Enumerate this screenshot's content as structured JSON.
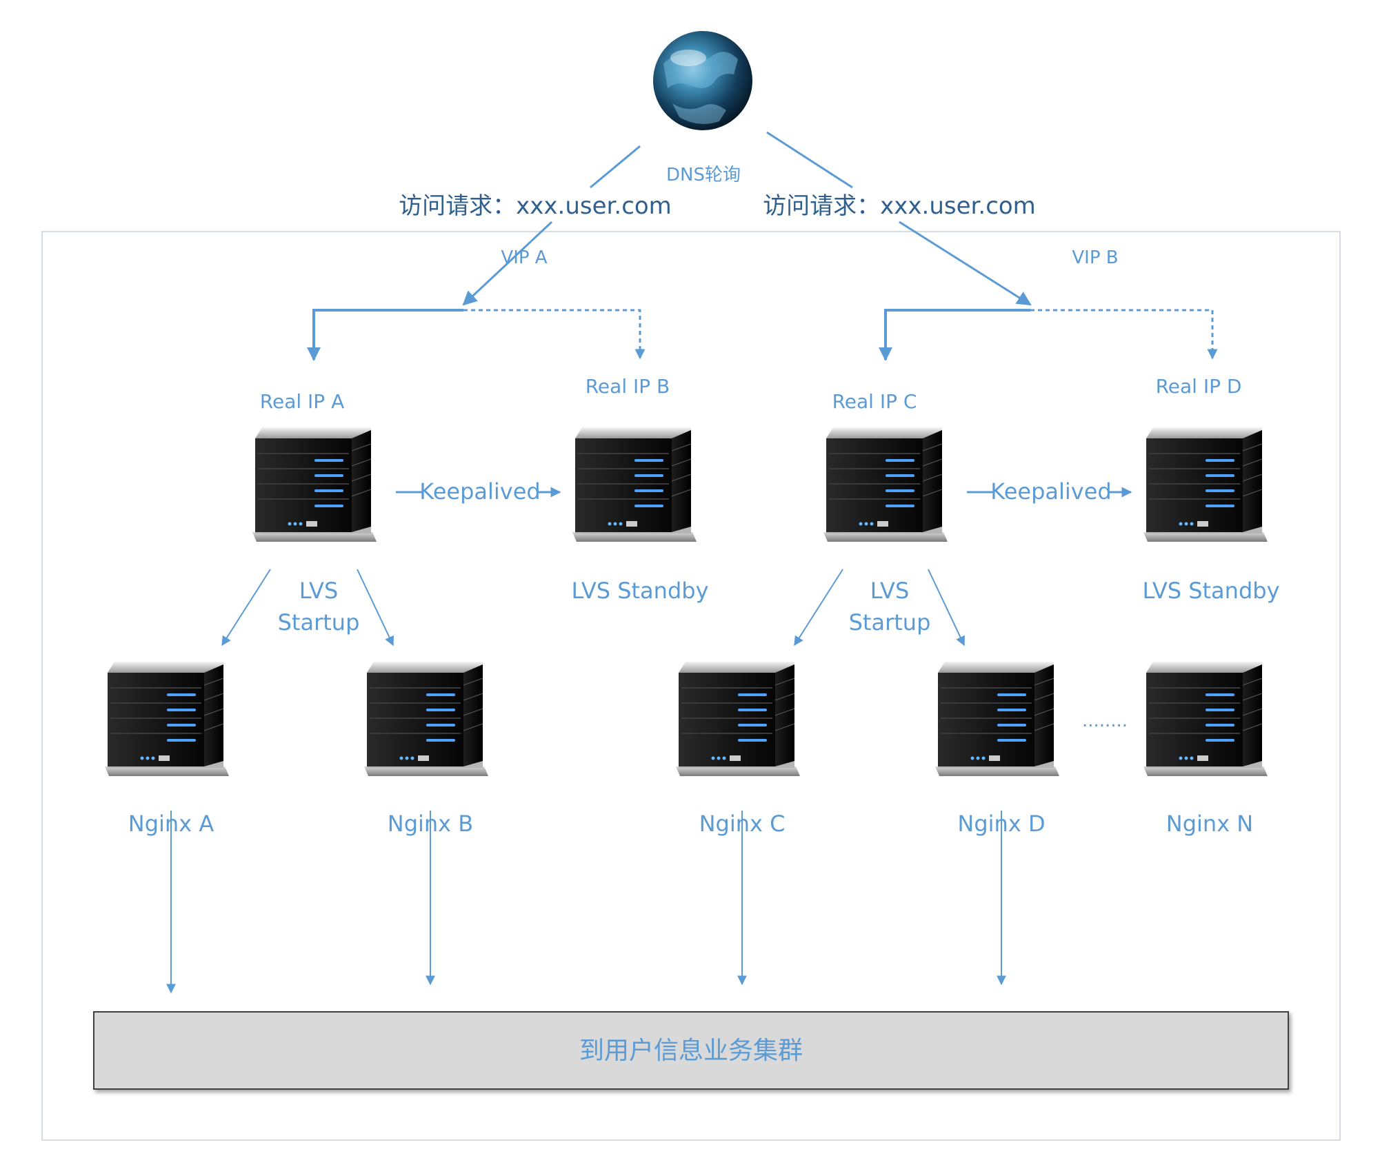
{
  "colors": {
    "accent": "#5b9bd5",
    "label": "#5b9bd5",
    "request_text": "#2f5f8f",
    "frame": "#d5dbe3",
    "cluster_fill": "#d9d9d9",
    "cluster_border": "#3f3f3f",
    "cluster_text": "#5b9bd5"
  },
  "globe": {
    "icon": "globe-icon",
    "label": "DNS轮询"
  },
  "requests": {
    "left": "访问请求：xxx.user.com",
    "right": "访问请求：xxx.user.com"
  },
  "vip": {
    "a": "VIP A",
    "b": "VIP B"
  },
  "real_ip": {
    "a": "Real IP A",
    "b": "Real IP B",
    "c": "Real IP C",
    "d": "Real IP D"
  },
  "lvs": {
    "startup_line1": "LVS",
    "startup_line2": "Startup",
    "standby": "LVS Standby",
    "keepalived": "Keepalived"
  },
  "server_icon": "server-icon",
  "nginx": [
    "Nginx A",
    "Nginx B",
    "Nginx C",
    "Nginx D",
    "Nginx N"
  ],
  "ellipsis": "........",
  "cluster": {
    "label": "到用户信息业务集群"
  }
}
